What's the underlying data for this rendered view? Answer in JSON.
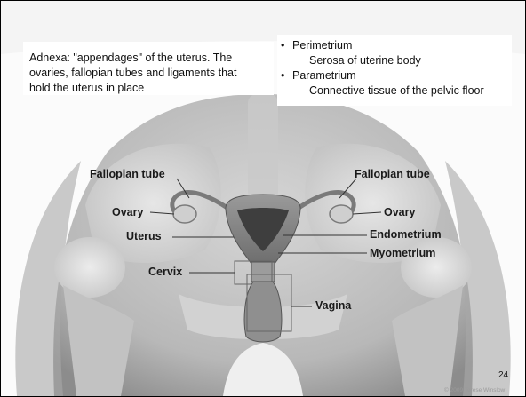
{
  "left_box": {
    "line1": "Adnexa: \"appendages\" of the uterus. The",
    "line2": "ovaries, fallopian tubes and ligaments that",
    "line3": "hold the uterus in place"
  },
  "right_box": {
    "items": [
      {
        "bullet": "•",
        "term": "Perimetrium",
        "definition": "Serosa of uterine body"
      },
      {
        "bullet": "•",
        "term": "Parametrium",
        "definition": "Connective tissue of the pelvic floor"
      }
    ]
  },
  "labels": {
    "fallopian_left": "Fallopian tube",
    "fallopian_right": "Fallopian tube",
    "ovary_left": "Ovary",
    "ovary_right": "Ovary",
    "uterus": "Uterus",
    "endometrium": "Endometrium",
    "myometrium": "Myometrium",
    "cervix": "Cervix",
    "vagina": "Vagina"
  },
  "slide_number": "24",
  "copyright": "© 2009 Terese Winslow"
}
